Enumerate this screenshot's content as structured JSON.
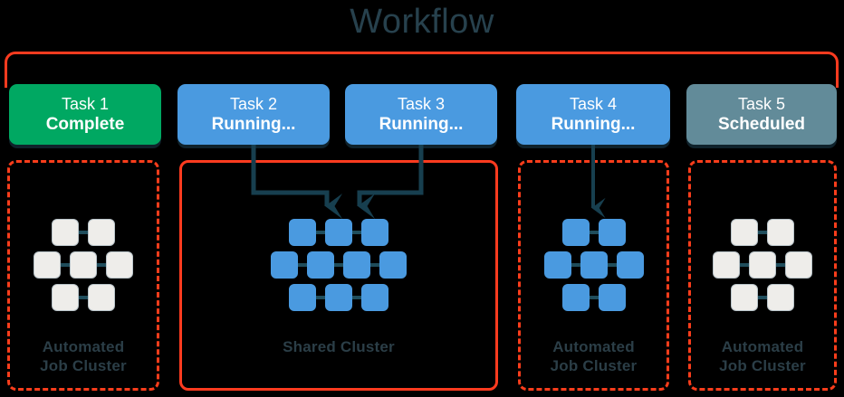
{
  "title": "Workflow",
  "colors": {
    "background": "#000000",
    "title_text": "#27414d",
    "bracket_red": "#ff3b1f",
    "cluster_border_dashed": "#fc3d1b",
    "cluster_border_solid": "#ff3b1f",
    "task_complete": "#00a862",
    "task_running": "#4a9ae0",
    "task_scheduled": "#628b99",
    "node_idle": "#eeedea",
    "node_active": "#4a9ae0",
    "connector": "#1f4d5c",
    "arrow": "#173f4f",
    "cluster_label_text": "#2b3e47"
  },
  "tasks": [
    {
      "name": "Task 1",
      "status": "Complete",
      "state": "complete",
      "color": "#00a862"
    },
    {
      "name": "Task 2",
      "status": "Running...",
      "state": "running",
      "color": "#4a9ae0"
    },
    {
      "name": "Task 3",
      "status": "Running...",
      "state": "running",
      "color": "#4a9ae0"
    },
    {
      "name": "Task 4",
      "status": "Running...",
      "state": "running",
      "color": "#4a9ae0"
    },
    {
      "name": "Task 5",
      "status": "Scheduled",
      "state": "scheduled",
      "color": "#628b99"
    }
  ],
  "clusters": [
    {
      "label_line1": "Automated",
      "label_line2": "Job Cluster",
      "border": "dashed",
      "node_state": "idle",
      "node_rows": [
        2,
        3,
        2
      ],
      "node_count": 7,
      "arrow": "none"
    },
    {
      "label_line1": "Shared Cluster",
      "label_line2": "",
      "border": "solid",
      "node_state": "active",
      "node_rows": [
        3,
        4,
        3
      ],
      "node_count": 10,
      "arrow": "two-elbow"
    },
    {
      "label_line1": "Automated",
      "label_line2": "Job Cluster",
      "border": "dashed",
      "node_state": "active",
      "node_rows": [
        2,
        3,
        2
      ],
      "node_count": 7,
      "arrow": "straight"
    },
    {
      "label_line1": "Automated",
      "label_line2": "Job Cluster",
      "border": "dashed",
      "node_state": "idle",
      "node_rows": [
        2,
        3,
        2
      ],
      "node_count": 7,
      "arrow": "none"
    }
  ]
}
